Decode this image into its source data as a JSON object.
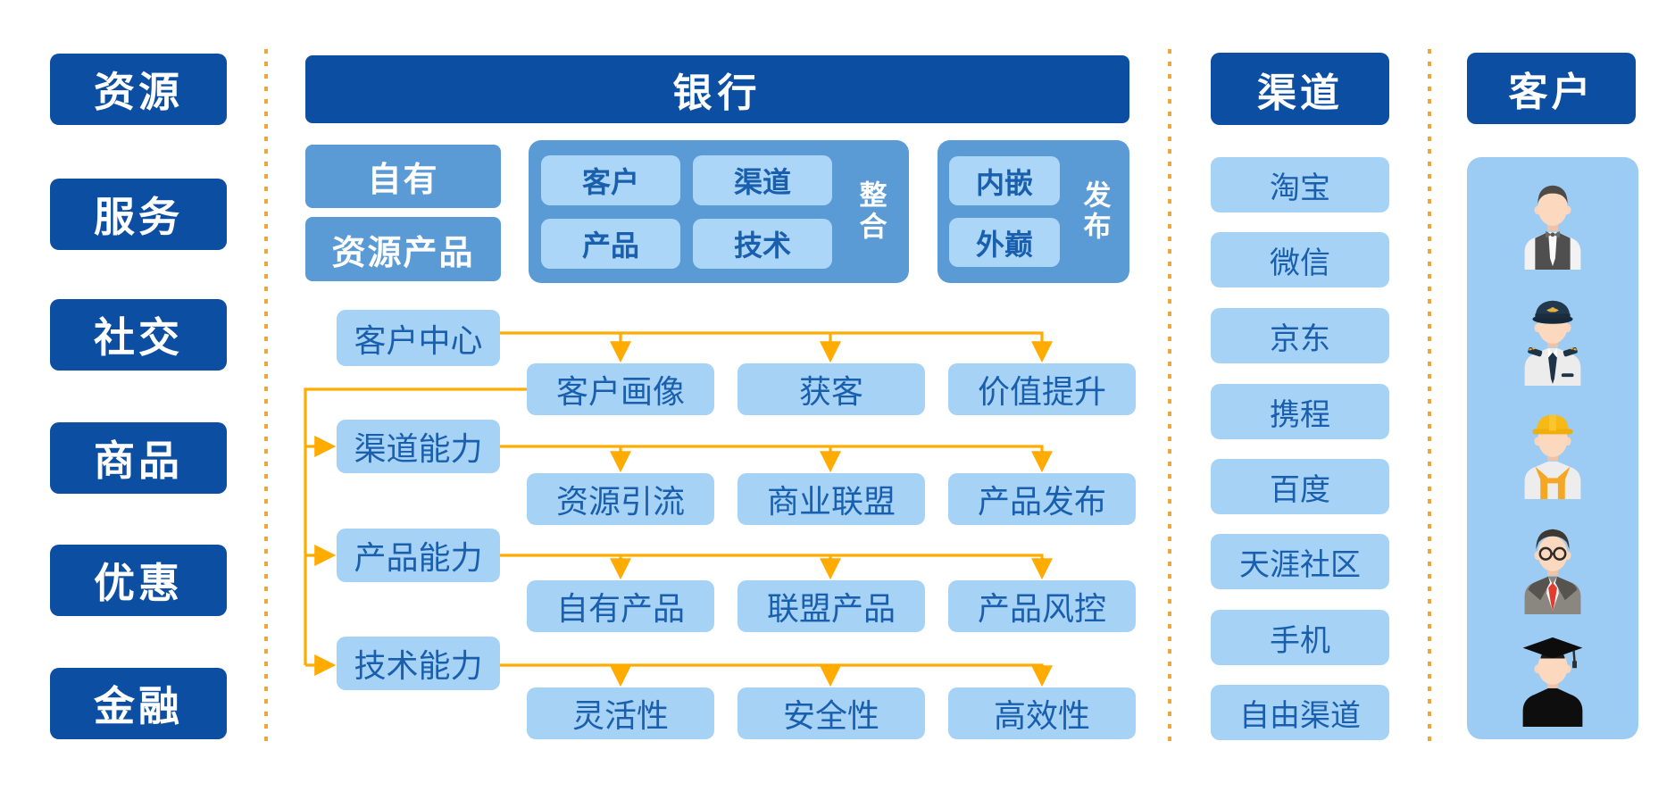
{
  "diagram": {
    "left_column": {
      "items": [
        "资源",
        "服务",
        "社交",
        "商品",
        "优惠",
        "金融"
      ]
    },
    "bank": {
      "title": "银行",
      "own_label": "自有",
      "resource_product_label": "资源产品",
      "integration": {
        "label": "整合",
        "cells": [
          "客户",
          "渠道",
          "产品",
          "技术"
        ]
      },
      "publish": {
        "label": "发布",
        "cells": [
          "内嵌",
          "外巅"
        ]
      },
      "flow_rows": [
        {
          "source": "客户中心",
          "targets": [
            "客户画像",
            "获客",
            "价值提升"
          ]
        },
        {
          "source": "渠道能力",
          "targets": [
            "资源引流",
            "商业联盟",
            "产品发布"
          ]
        },
        {
          "source": "产品能力",
          "targets": [
            "自有产品",
            "联盟产品",
            "产品风控"
          ]
        },
        {
          "source": "技术能力",
          "targets": [
            "灵活性",
            "安全性",
            "高效性"
          ]
        }
      ]
    },
    "channels": {
      "title": "渠道",
      "items": [
        "淘宝",
        "微信",
        "京东",
        "携程",
        "百度",
        "天涯社区",
        "手机",
        "自由渠道"
      ]
    },
    "customers": {
      "title": "客户",
      "avatars": [
        "waiter",
        "pilot",
        "construction-worker",
        "businessman",
        "graduate"
      ]
    },
    "colors": {
      "dark_blue": "#0B4EA2",
      "medium_blue": "#5B9BD5",
      "light_blue": "#A6D2F6",
      "panel_blue": "#9CCBF4",
      "cell_blue": "#ABD6F8",
      "text_blue": "#1A5FAE",
      "arrow_orange": "#FFAB00",
      "divider_orange": "#F2A437"
    }
  }
}
